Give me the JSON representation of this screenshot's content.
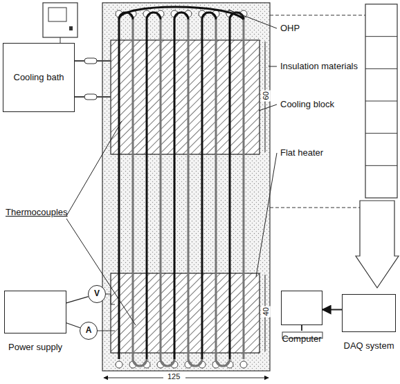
{
  "diagram": {
    "nodes": [
      {
        "text": [
          "Cooling bath"
        ]
      },
      {
        "text": [
          "Power supply"
        ]
      },
      {
        "text": [
          "V"
        ]
      },
      {
        "text": [
          "A"
        ]
      },
      {
        "text": [
          "Computer"
        ]
      },
      {
        "text": [
          "DAQ system"
        ]
      }
    ],
    "edges": [
      {
        "from": 5,
        "to": 4,
        "arrow": "to"
      },
      {
        "from": 1,
        "to": 2,
        "arrow": "none"
      },
      {
        "from": 1,
        "to": 3,
        "arrow": "none"
      }
    ],
    "labels": [
      "OHP",
      "Insulation materials",
      "Cooling block",
      "Flat heater",
      "Thermocouples",
      "125",
      "60",
      "40"
    ]
  }
}
